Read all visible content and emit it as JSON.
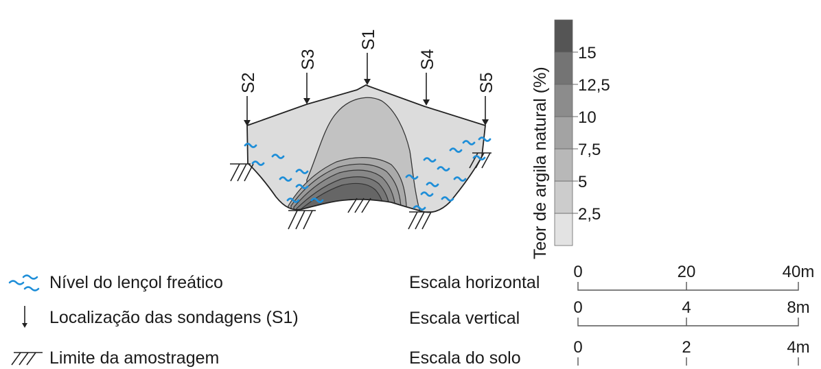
{
  "soundings": [
    "S1",
    "S2",
    "S3",
    "S4",
    "S5"
  ],
  "colorbar": {
    "title": "Teor de argila natural (%)",
    "ticks": [
      "15",
      "12,5",
      "10",
      "7,5",
      "5",
      "2,5"
    ],
    "colors": [
      "#e3e3e3",
      "#cccccc",
      "#b8b8b8",
      "#a3a3a3",
      "#8c8c8c",
      "#747474",
      "#555555"
    ]
  },
  "profile_colors": {
    "outer": "#dcdcdc",
    "core": "#c2c2c2",
    "bands": [
      "#aaaaaa",
      "#9a9a9a",
      "#888888",
      "#777777",
      "#666666"
    ],
    "water": "#1e8ed8",
    "line": "#222222"
  },
  "legend": {
    "water_table": "Nível do lençol freático",
    "soundings": "Localização das sondagens (S1)",
    "sampling_limit": "Limite da amostragem",
    "water_icon": "water-wave-icon",
    "arrow_icon": "down-arrow-icon",
    "hatch_icon": "hatch-icon"
  },
  "scales": [
    {
      "label": "Escala horizontal",
      "ticks": [
        "0",
        "20",
        "40m"
      ]
    },
    {
      "label": "Escala vertical",
      "ticks": [
        "0",
        "4",
        "8m"
      ]
    },
    {
      "label": "Escala do solo",
      "ticks": [
        "0",
        "2",
        "4m"
      ]
    }
  ]
}
